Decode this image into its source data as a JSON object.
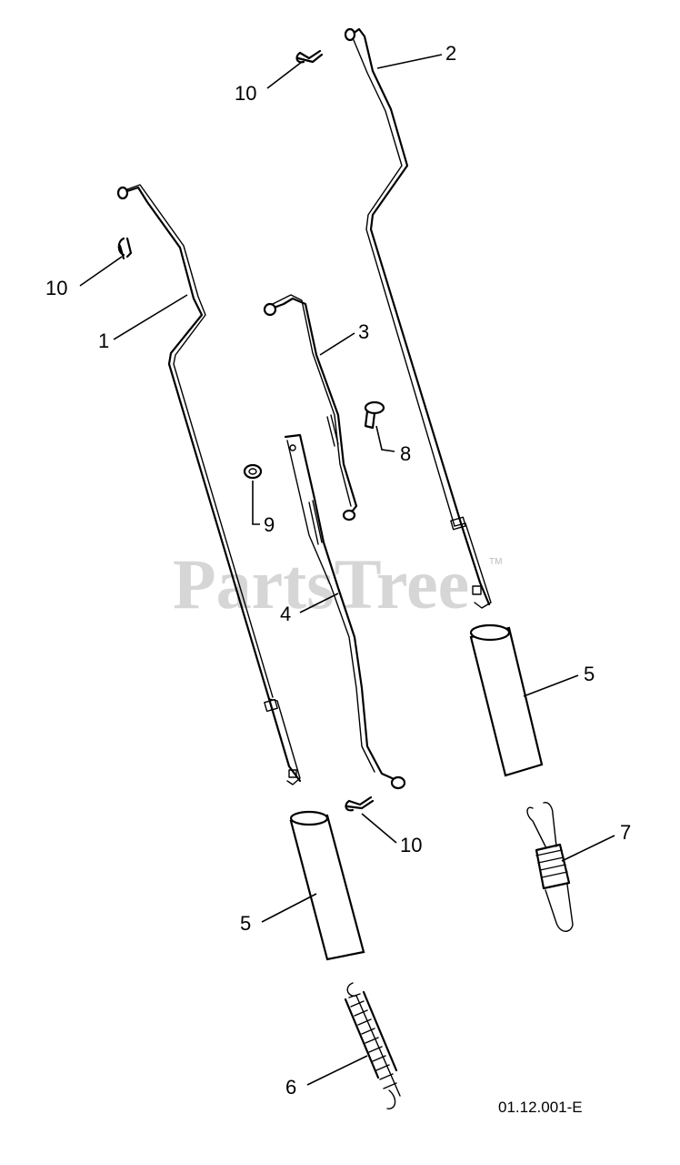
{
  "diagram": {
    "watermark": "PartsTree",
    "watermark_mark": "TM",
    "drawing_code": "01.12.001-E",
    "callouts": {
      "c1": "1",
      "c2": "2",
      "c3": "3",
      "c4": "4",
      "c5a": "5",
      "c5b": "5",
      "c6": "6",
      "c7": "7",
      "c8": "8",
      "c9": "9",
      "c10a": "10",
      "c10b": "10",
      "c10c": "10"
    }
  }
}
